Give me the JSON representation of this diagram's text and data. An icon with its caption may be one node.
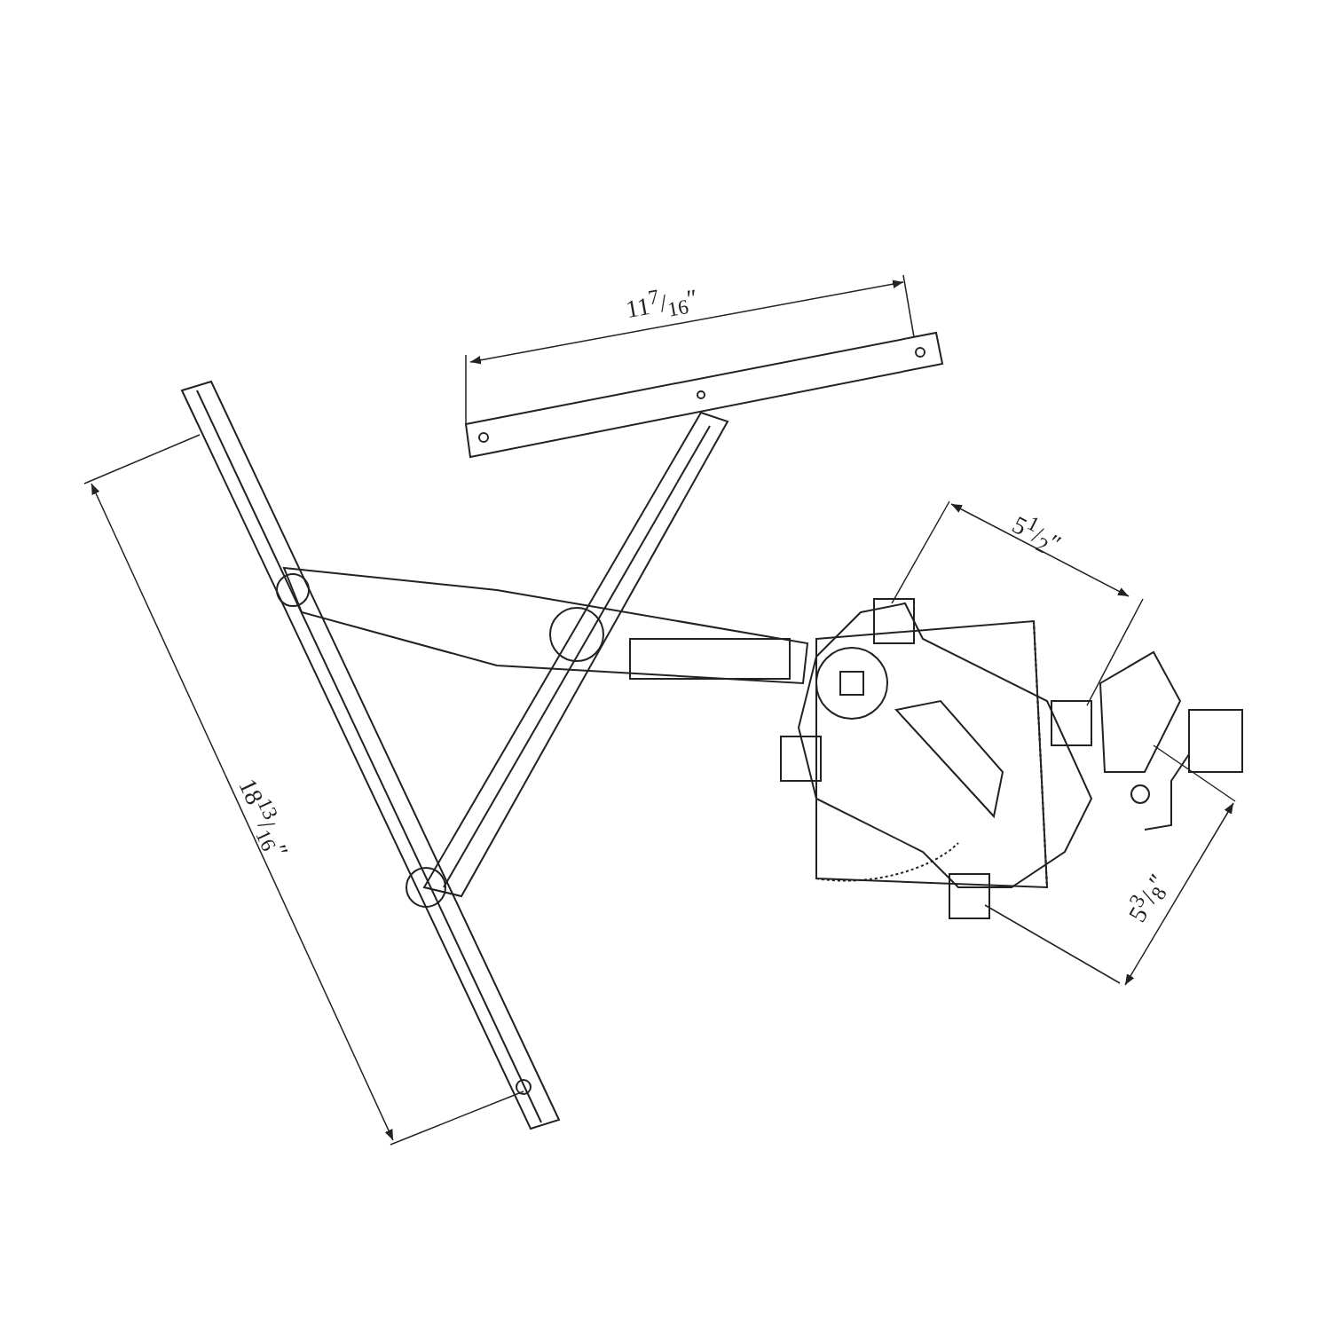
{
  "diagram": {
    "labels": [
      "11$^{7}$/$_{16}$″",
      "5$^{1}$/$_{2}$″",
      "18$^{13}$/$_{16}$″",
      "5$^{3}$/$_{8}$″"
    ]
  }
}
